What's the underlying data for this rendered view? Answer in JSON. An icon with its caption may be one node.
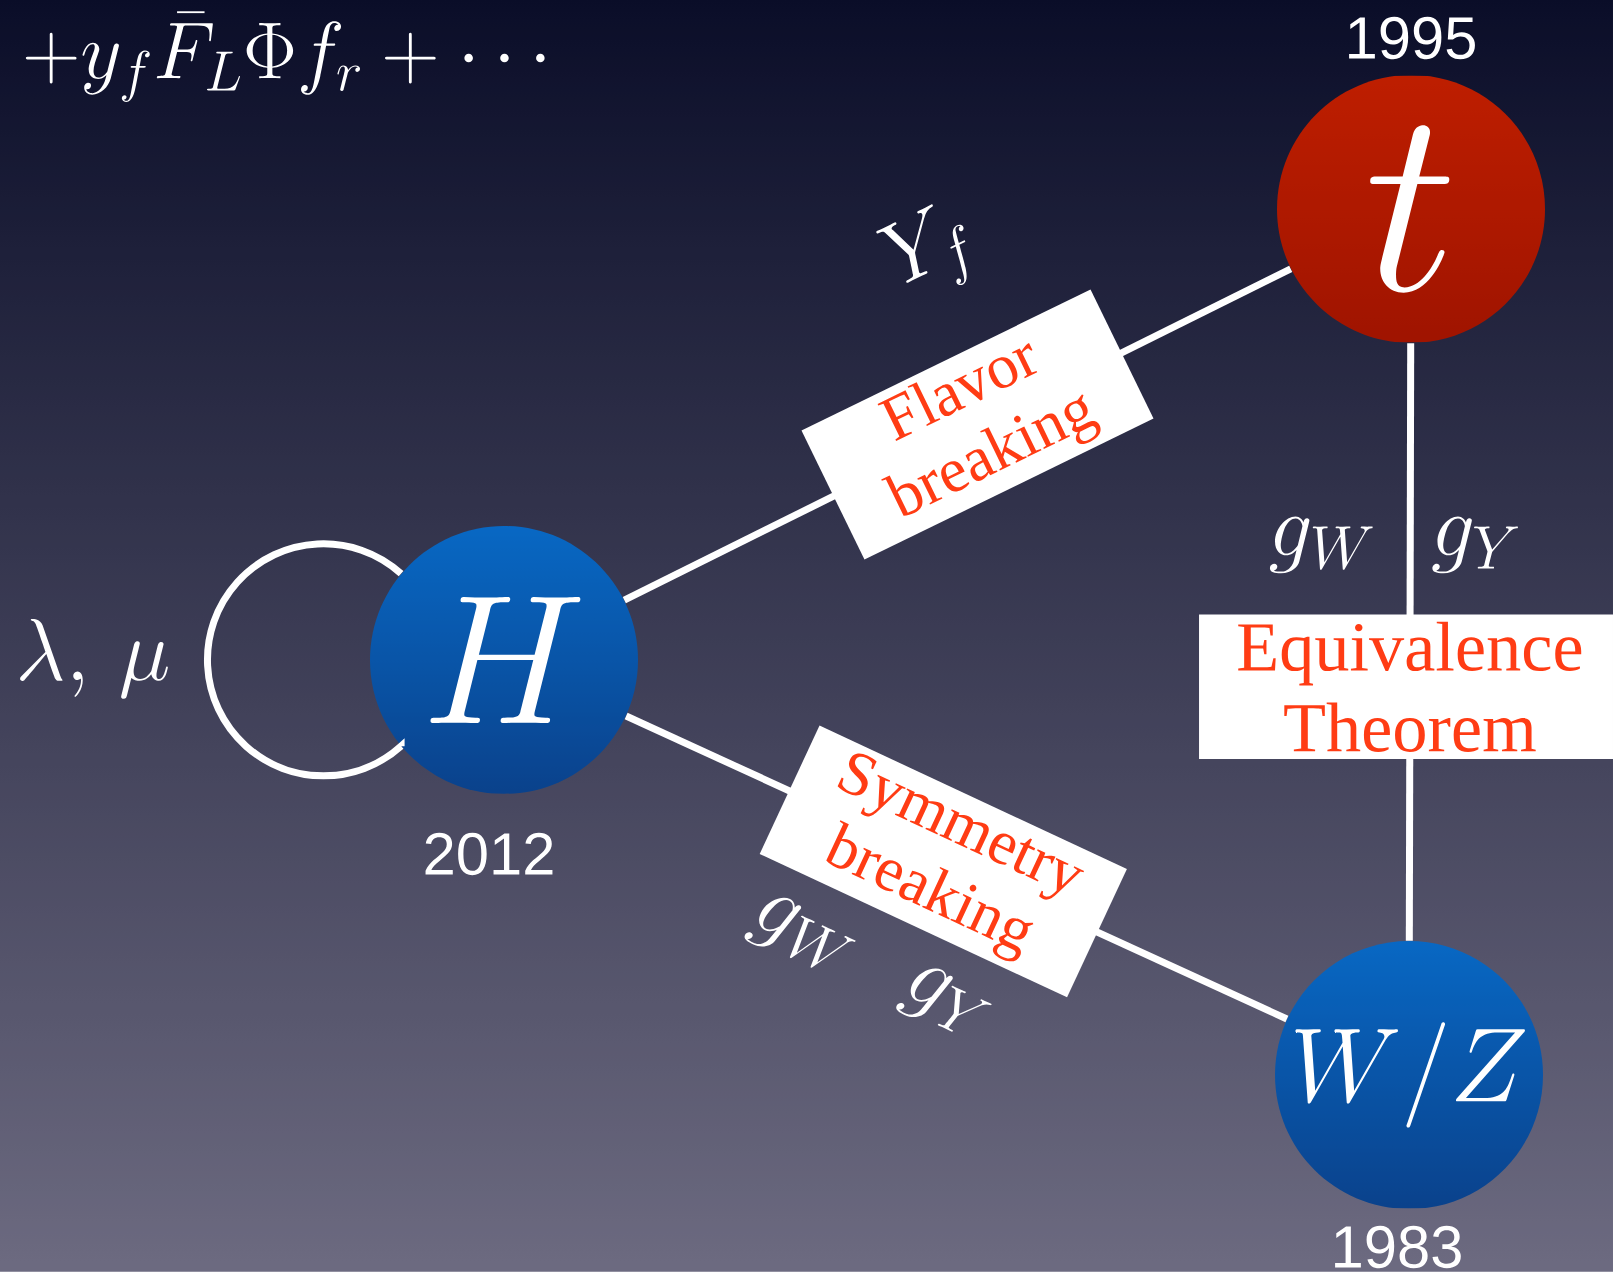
{
  "diagram": {
    "nodes": [
      {
        "text": [
          "t"
        ],
        "beside": [
          "1995"
        ]
      },
      {
        "text": [
          "H"
        ],
        "beside": [
          "2012"
        ]
      },
      {
        "text": [
          "W/Z"
        ],
        "beside": [
          "1983"
        ]
      }
    ],
    "edges": [
      {
        "from": 1,
        "to": 0,
        "arrow": "none",
        "label": "Flavor breaking"
      },
      {
        "from": 1,
        "to": 2,
        "arrow": "none",
        "label": "Symmetry breaking"
      },
      {
        "from": 0,
        "to": 2,
        "arrow": "none",
        "label": "Equivalence Theorem"
      },
      {
        "from": 1,
        "to": 1,
        "arrow": "none"
      }
    ],
    "labels": [
      "+y_f\\bar{F}_L\\Phi f_r+\\cdots",
      "Y_f",
      "g_W",
      "g_Y",
      "\\lambda,\\,\\mu",
      "g_W",
      "g_Y"
    ]
  }
}
